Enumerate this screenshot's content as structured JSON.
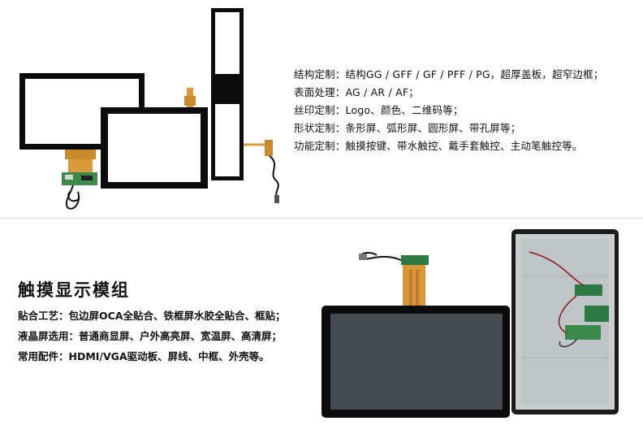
{
  "top_section": {
    "specs": [
      "结构定制：结构GG / GFF / GF / PFF / PG，超厚盖板，超窄边框；",
      "表面处理：AG / AR / AF；",
      "丝印定制：Logo、颜色、二维码等；",
      "形状定制：条形屏、弧形屏、圆形屏、带孔屏等；",
      "功能定制：触摸按键、带水触控、戴手套触控、主动笔触控等。"
    ]
  },
  "bottom_section": {
    "title": "触摸显示模组",
    "features": [
      "贴合工艺：包边屏OCA全贴合、铁框屏水胶全贴合、框贴；",
      "液晶屏选用：普通商显屏、户外高亮屏、宽温屏、高清屏；",
      "常用配件：HDMI/VGA驱动板、屏线、中框、外壳等。"
    ]
  }
}
